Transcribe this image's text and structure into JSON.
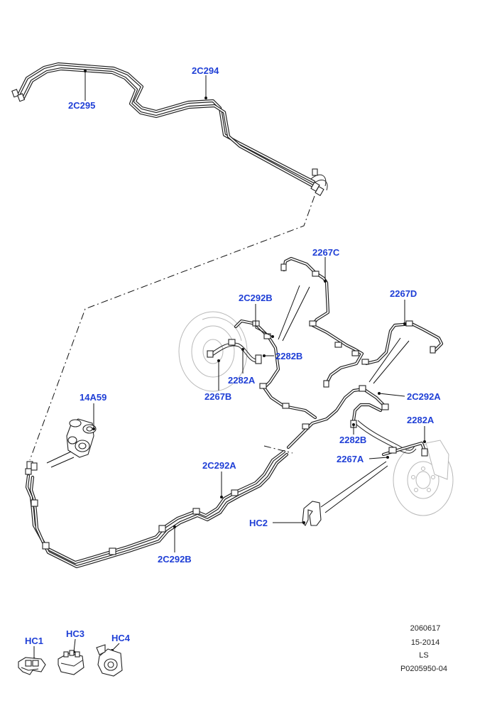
{
  "callouts": {
    "c2C294": "2C294",
    "c2C295": "2C295",
    "c2267C": "2267C",
    "c2C292B_top": "2C292B",
    "c2267D": "2267D",
    "c2282B_left": "2282B",
    "c2282A_left": "2282A",
    "c2267B": "2267B",
    "c2C292A_right": "2C292A",
    "c14A59": "14A59",
    "c2282A_right": "2282A",
    "c2282B_right": "2282B",
    "c2267A": "2267A",
    "c2C292A_mid": "2C292A",
    "c2C292B_bottom": "2C292B",
    "cHC2": "HC2",
    "cHC1": "HC1",
    "cHC3": "HC3",
    "cHC4": "HC4"
  },
  "reference": {
    "line1": "2060617",
    "line2": "15-2014",
    "line3": "LS",
    "line4": "P0205950-04"
  },
  "colors": {
    "callout": "#1f3fd6",
    "linework": "#222222",
    "ghost": "#b8b8b8"
  }
}
